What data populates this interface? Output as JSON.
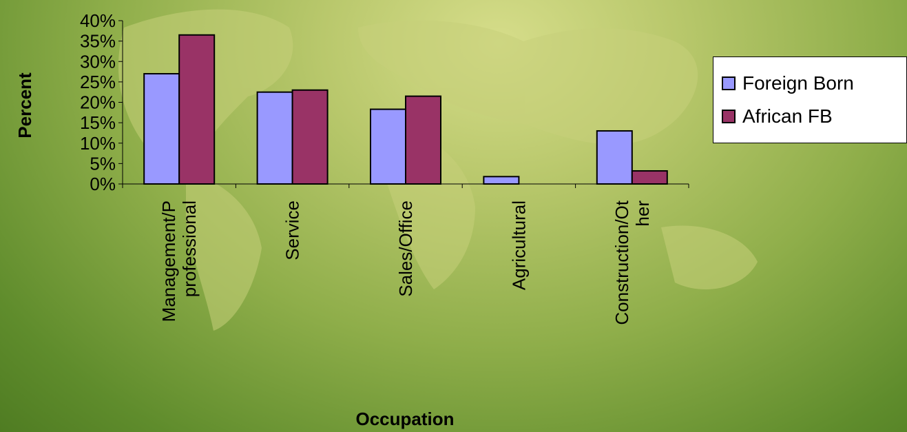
{
  "chart_data": {
    "type": "bar",
    "title": "",
    "xlabel": "Occupation",
    "ylabel": "Percent",
    "ylim": [
      0,
      40
    ],
    "yticks": [
      "0%",
      "5%",
      "10%",
      "15%",
      "20%",
      "25%",
      "30%",
      "35%",
      "40%"
    ],
    "categories": [
      "Management/P professional",
      "Service",
      "Sales/Office",
      "Agricultural",
      "Construction/Ot her"
    ],
    "category_lines": [
      [
        "Management/P",
        "professional"
      ],
      [
        "Service"
      ],
      [
        "Sales/Office"
      ],
      [
        "Agricultural"
      ],
      [
        "Construction/Ot",
        "her"
      ]
    ],
    "series": [
      {
        "name": "Foreign Born",
        "color": "#9999ff",
        "values": [
          27,
          22.5,
          18.3,
          1.8,
          13
        ]
      },
      {
        "name": "African FB",
        "color": "#993366",
        "values": [
          36.5,
          23,
          21.5,
          0,
          3.2
        ]
      }
    ],
    "grid": false,
    "legend_position": "right"
  }
}
